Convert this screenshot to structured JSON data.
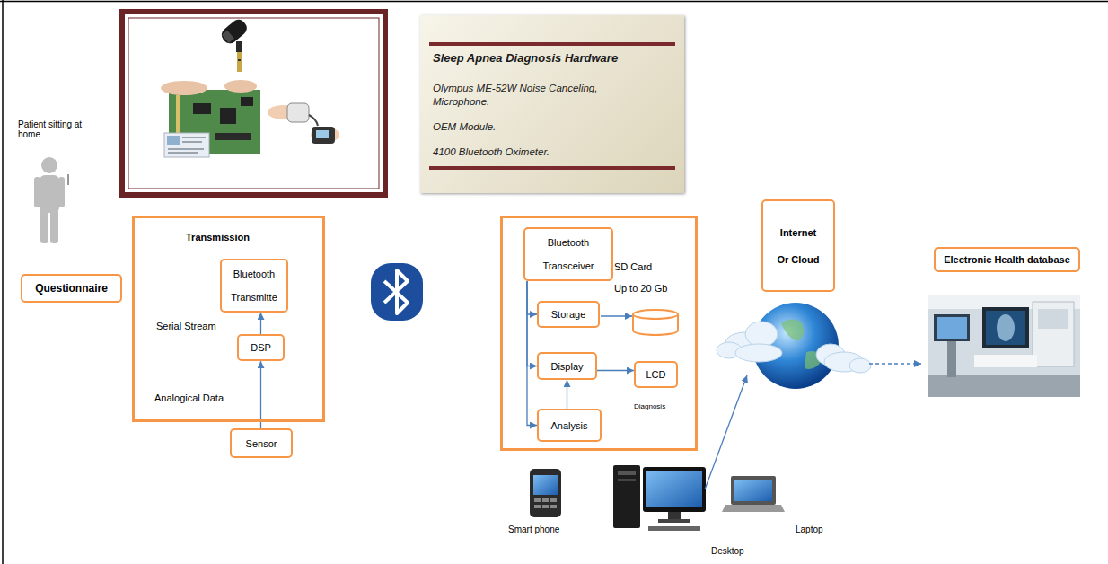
{
  "diagram": {
    "nodes": [
      {
        "text": [
          "Questionnaire"
        ]
      },
      {
        "text": [
          "Transmission",
          "Serial Stream"
        ]
      },
      {
        "text": [
          "Bluetooth Transmitte"
        ],
        "in": 1
      },
      {
        "text": [
          "DSP"
        ],
        "in": 1
      },
      {
        "text": [
          "Sensor"
        ]
      },
      {
        "text": [
          "Sleep Apnea Diagnosis Hardware",
          "Olympus ME-52W Noise Canceling, Microphone.",
          "OEM Module.",
          "4100 Bluetooth Oximeter."
        ]
      },
      {
        "text": [
          "SD Card",
          "Up to 20 Gb",
          "Diagnosis"
        ]
      },
      {
        "text": [
          "Bluetooth Transceiver"
        ],
        "in": 6
      },
      {
        "text": [
          "Storage"
        ],
        "in": 6
      },
      {
        "text": [
          "Display"
        ],
        "in": 6
      },
      {
        "text": [
          "LCD"
        ],
        "in": 6
      },
      {
        "text": [
          "Analysis"
        ],
        "in": 6
      },
      {
        "text": [
          "Internet Or Cloud"
        ]
      },
      {
        "text": [
          "Electronic Health database"
        ]
      }
    ],
    "edges": [
      {
        "from": 4,
        "to": 3,
        "arrow": "to"
      },
      {
        "from": 3,
        "to": 2,
        "arrow": "to"
      },
      {
        "from": 7,
        "to": 8,
        "arrow": "to"
      },
      {
        "from": 7,
        "to": 9,
        "arrow": "to"
      },
      {
        "from": 7,
        "to": 11,
        "arrow": "to"
      },
      {
        "from": 9,
        "to": 10,
        "arrow": "to"
      },
      {
        "from": 11,
        "to": 9,
        "arrow": "to"
      }
    ],
    "labels": [
      "Patient sitting at home",
      "Analogical Data",
      "Smart phone",
      "Desktop",
      "Laptop"
    ]
  }
}
